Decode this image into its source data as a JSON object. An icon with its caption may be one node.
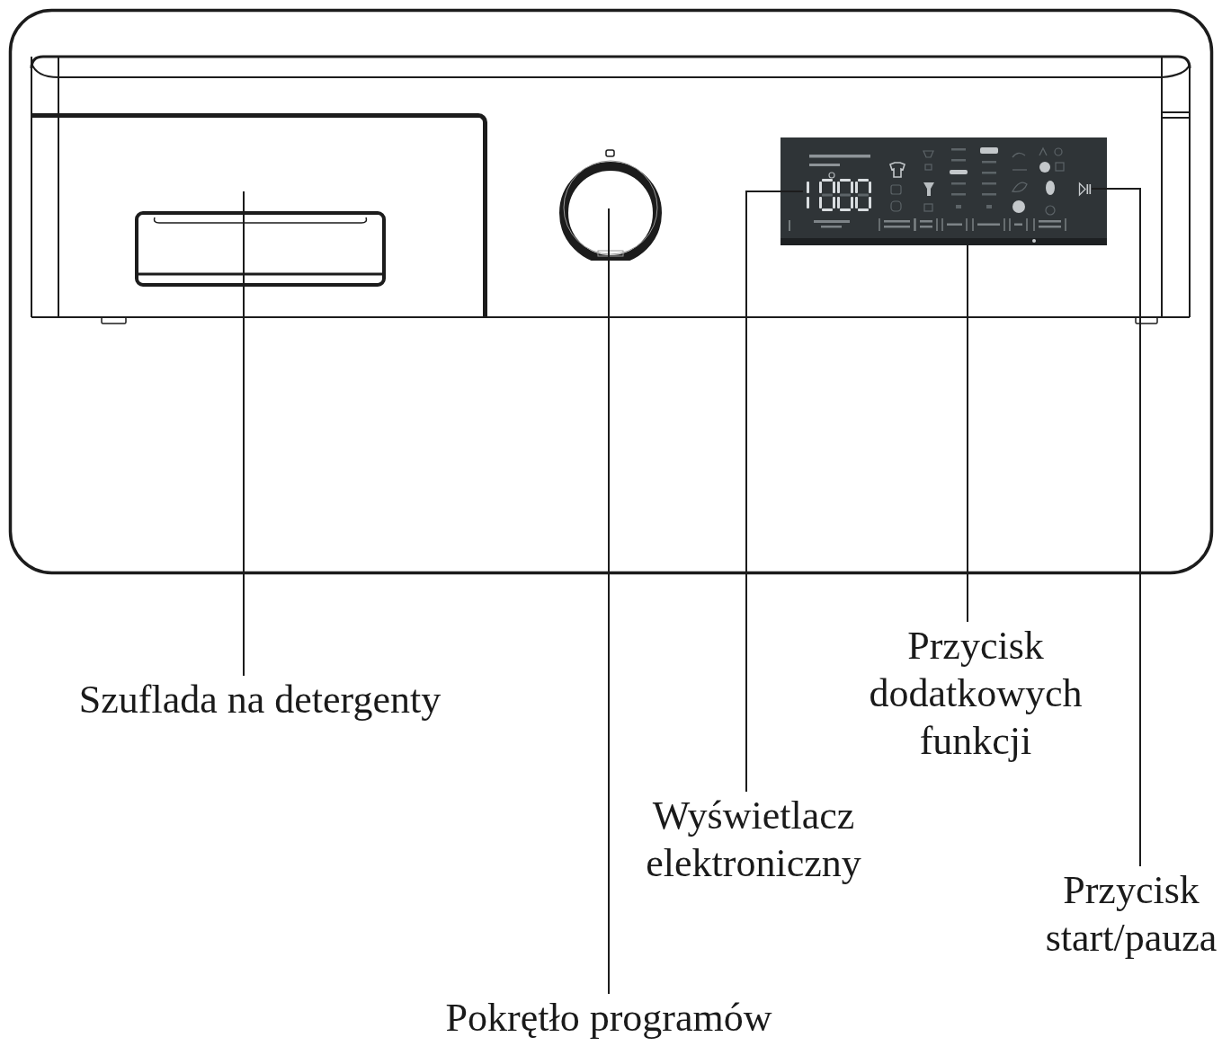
{
  "diagram": {
    "nodes": [
      {
        "text": [],
        "shape": "box"
      },
      {
        "text": [],
        "shape": "circle"
      },
      {
        "text": [],
        "shape": "picture"
      },
      {
        "text": [],
        "shape": "bar"
      },
      {
        "text": [],
        "shape": "picture"
      },
      {
        "text": [
          "Przycisk dodatkowych funkcji"
        ]
      },
      {
        "text": [
          "Szuflada na detergenty"
        ]
      },
      {
        "text": [
          "Wyświetlacz elektroniczny"
        ]
      },
      {
        "text": [
          "Przycisk start/pauza"
        ]
      },
      {
        "text": [
          "Pokrętło programów"
        ]
      }
    ],
    "edges": [
      {
        "from": 5,
        "to": 3,
        "arrow": "none"
      },
      {
        "from": 6,
        "to": 0,
        "arrow": "none"
      },
      {
        "from": 7,
        "to": 2,
        "arrow": "none"
      },
      {
        "from": 8,
        "to": 4,
        "arrow": "none"
      },
      {
        "from": 9,
        "to": 1,
        "arrow": "none"
      }
    ]
  }
}
